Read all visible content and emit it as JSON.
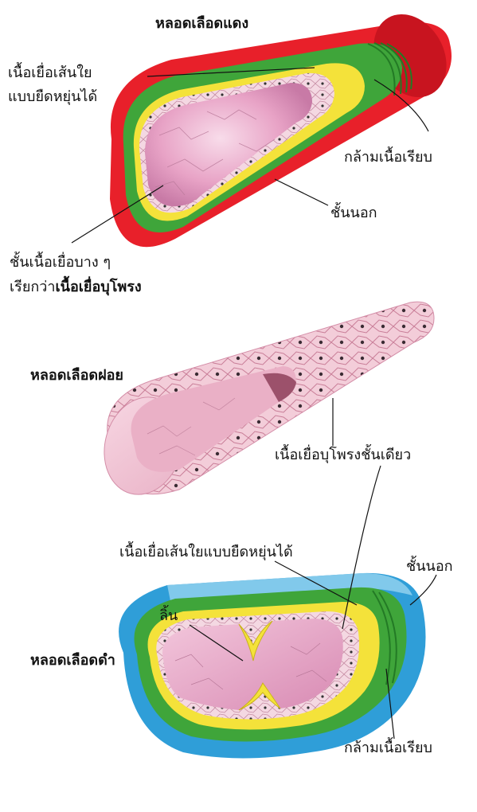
{
  "artery": {
    "title": "หลอดเลือดแดง",
    "connective_tissue_line1": "เนื้อเยื่อเส้นใย",
    "connective_tissue_line2": "แบบยืดหยุ่นได้",
    "smooth_muscle": "กล้ามเนื้อเรียบ",
    "outer_layer": "ชั้นนอก",
    "inner_layer_line1": "ชั้นเนื้อเยื่อบาง ๆ",
    "inner_layer_prefix": "เรียกว่า",
    "inner_layer_term": "เนื้อเยื่อบุโพรง"
  },
  "capillary": {
    "title": "หลอดเลือดฝอย",
    "single_layer": "เนื้อเยื่อบุโพรงชั้นเดียว"
  },
  "vein": {
    "title": "หลอดเลือดดำ",
    "connective_tissue": "เนื้อเยื่อเส้นใยแบบยืดหยุ่นได้",
    "outer_layer": "ชั้นนอก",
    "valve": "ลิ้น",
    "smooth_muscle": "กล้ามเนื้อเรียบ"
  },
  "colors": {
    "artery_outer": "#e8202a",
    "artery_outer_dark": "#b8101a",
    "muscle_green": "#3fa53a",
    "muscle_green_dark": "#237a25",
    "elastic_yellow": "#f4e23a",
    "lumen_pink": "#e8a3c6",
    "lumen_pink_dark": "#c87aa6",
    "lumen_light": "#f6d5e6",
    "vein_outer": "#2f9ed8",
    "vein_outer_light": "#8fd0ef",
    "cell_nucleus": "#222222"
  }
}
